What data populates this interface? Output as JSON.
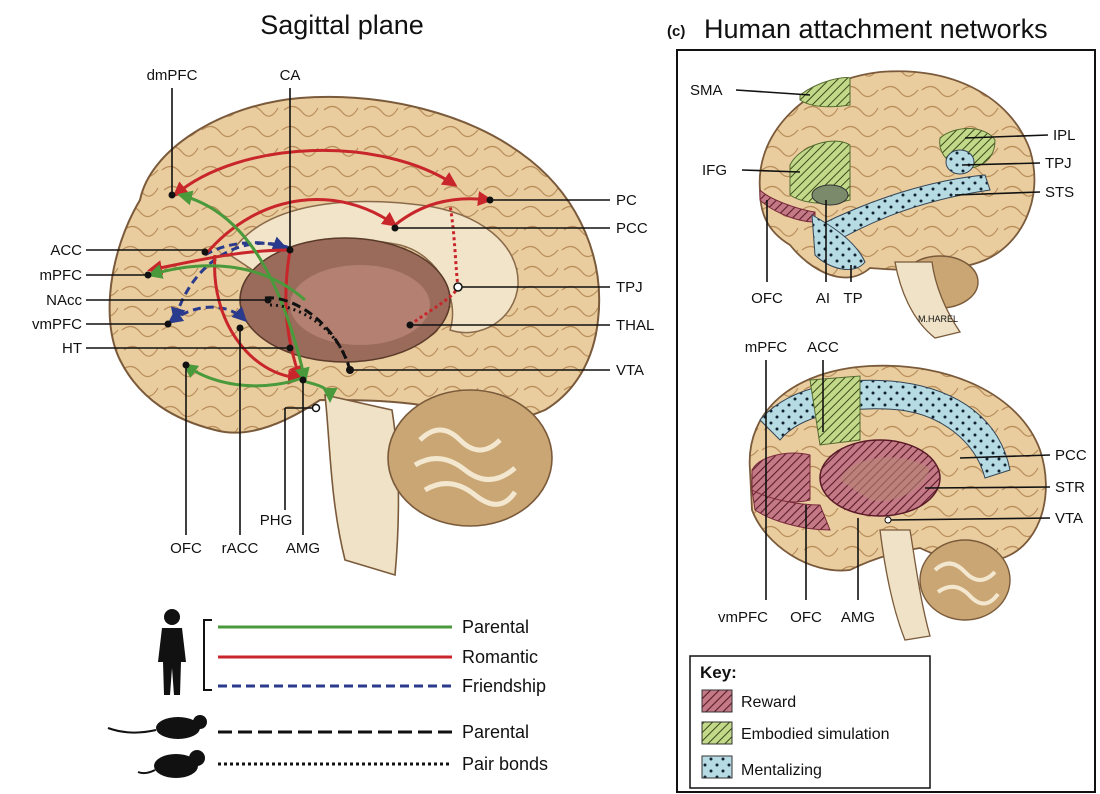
{
  "left_panel": {
    "title": "Sagittal plane",
    "labels": {
      "dmPFC": "dmPFC",
      "CA": "CA",
      "ACC": "ACC",
      "mPFC": "mPFC",
      "NAcc": "NAcc",
      "vmPFC": "vmPFC",
      "HT": "HT",
      "PC": "PC",
      "PCC": "PCC",
      "TPJ": "TPJ",
      "THAL": "THAL",
      "VTA": "VTA",
      "OFC": "OFC",
      "rACC": "rACC",
      "PHG": "PHG",
      "AMG": "AMG"
    },
    "legend": {
      "human": [
        {
          "label": "Parental",
          "color": "#4a9a3c",
          "style": "solid"
        },
        {
          "label": "Romantic",
          "color": "#c8262b",
          "style": "solid"
        },
        {
          "label": "Friendship",
          "color": "#2a3a8c",
          "style": "dashed"
        }
      ],
      "rodent": [
        {
          "label": "Parental",
          "color": "#111111",
          "style": "dashed"
        },
        {
          "label": "Pair bonds",
          "color": "#111111",
          "style": "dotted"
        }
      ]
    }
  },
  "right_panel": {
    "panel_letter": "(c)",
    "title": "Human attachment networks",
    "lateral_labels": {
      "SMA": "SMA",
      "IPL": "IPL",
      "IFG": "IFG",
      "TPJ": "TPJ",
      "STS": "STS",
      "OFC": "OFC",
      "AI": "AI",
      "TP": "TP"
    },
    "signature": "M.HAREL",
    "medial_labels": {
      "mPFC": "mPFC",
      "ACC": "ACC",
      "PCC": "PCC",
      "STR": "STR",
      "VTA": "VTA",
      "vmPFC": "vmPFC",
      "OFC": "OFC",
      "AMG": "AMG"
    },
    "key": {
      "title": "Key:",
      "items": [
        {
          "label": "Reward",
          "pattern": "hatch-red"
        },
        {
          "label": "Embodied simulation",
          "pattern": "hatch-green"
        },
        {
          "label": "Mentalizing",
          "pattern": "dots-blue"
        }
      ]
    }
  },
  "colors": {
    "parental": "#4a9a3c",
    "romantic": "#c8262b",
    "friendship": "#2a3a8c",
    "brain_tissue": "#e6c99b",
    "brain_outline": "#7a5a3a",
    "thalamus": "#9a6a5a",
    "reward": "#b34a5a",
    "embodied": "#a8c26a",
    "mentalizing": "#a9d2da"
  }
}
